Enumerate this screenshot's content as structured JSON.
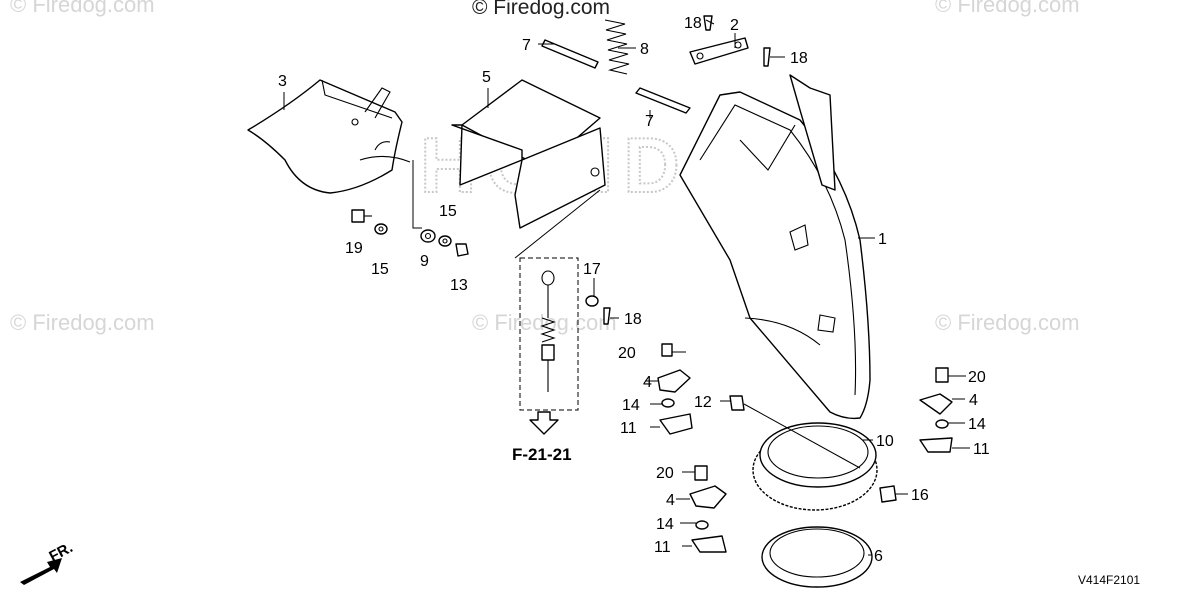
{
  "watermarks": [
    "© Firedog.com",
    "© Firedog.com",
    "© Firedog.com",
    "© Firedog.com",
    "© Firedog.com",
    "© Firedog.com"
  ],
  "brand_watermark": "HONDA",
  "callouts": {
    "c1": "1",
    "c2": "2",
    "c3": "3",
    "c4a": "4",
    "c4b": "4",
    "c4c": "4",
    "c5": "5",
    "c6": "6",
    "c7a": "7",
    "c7b": "7",
    "c8": "8",
    "c9": "9",
    "c10": "10",
    "c11a": "11",
    "c11b": "11",
    "c11c": "11",
    "c12": "12",
    "c13": "13",
    "c14a": "14",
    "c14b": "14",
    "c14c": "14",
    "c15a": "15",
    "c15b": "15",
    "c16": "16",
    "c17": "17",
    "c18a": "18",
    "c18b": "18",
    "c18c": "18",
    "c19": "19",
    "c20a": "20",
    "c20b": "20",
    "c20c": "20"
  },
  "reference": "F-21-21",
  "diagram_code": "V414F2101",
  "direction_label": "FR."
}
